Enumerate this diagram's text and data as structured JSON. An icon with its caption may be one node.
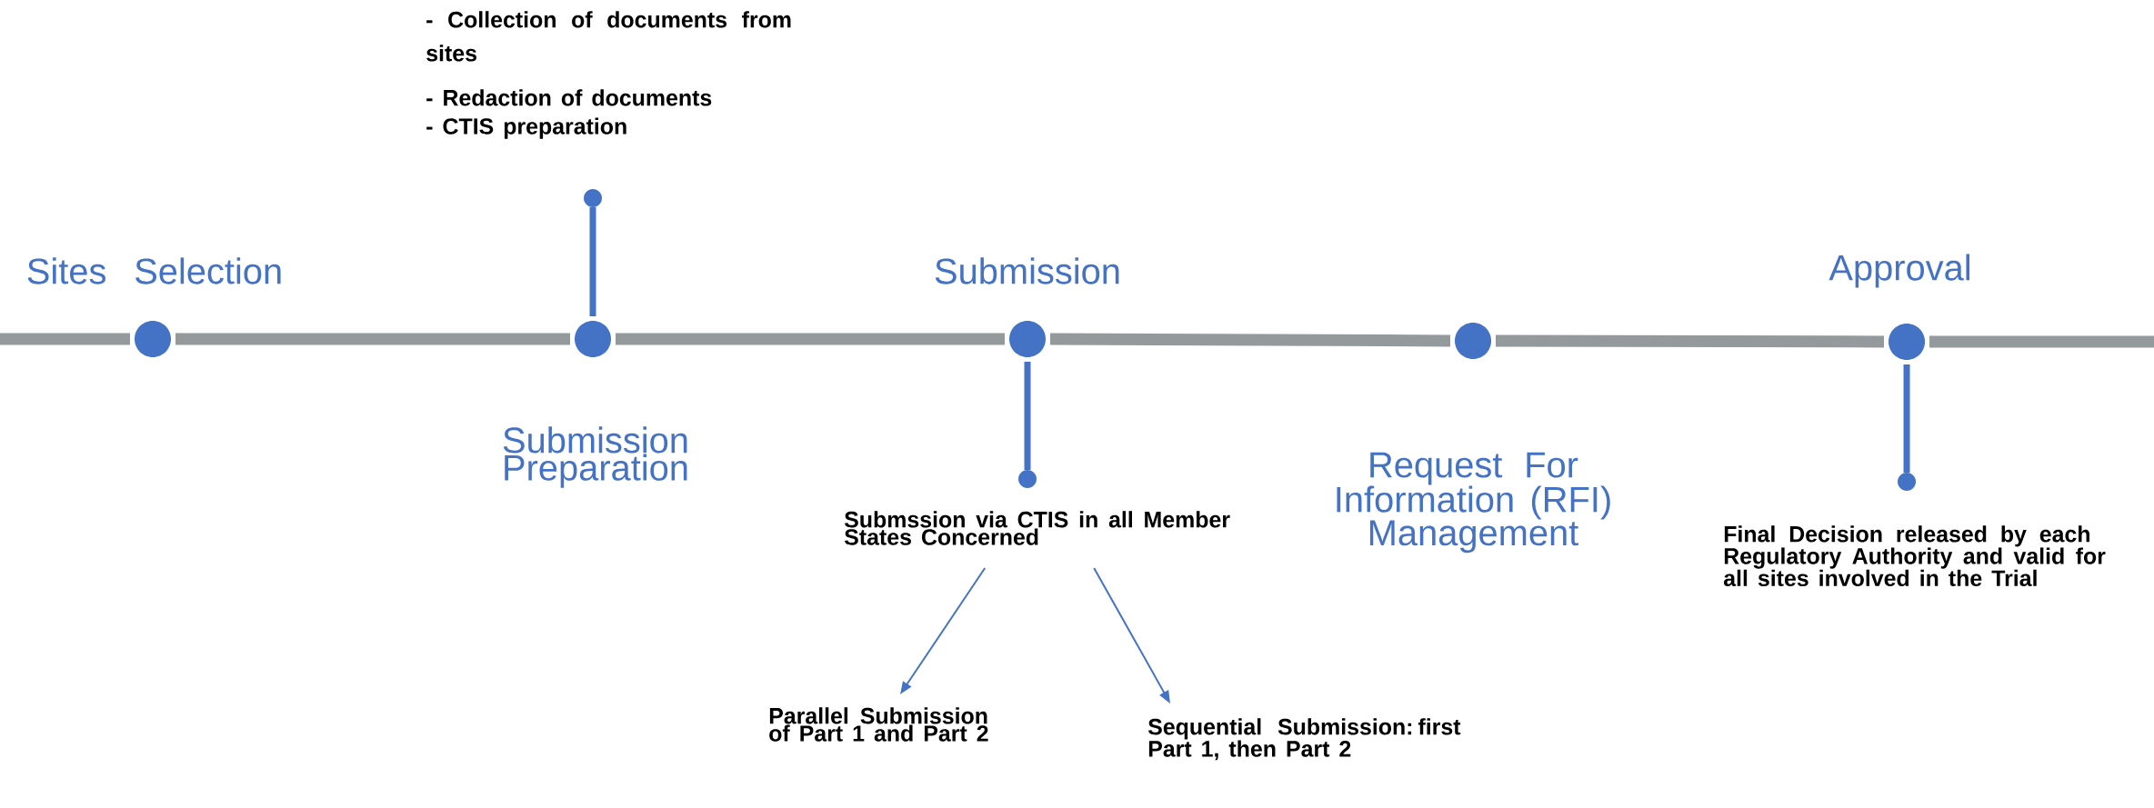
{
  "diagram": {
    "nodes": [
      {
        "text": [
          "Sites Selection"
        ]
      },
      {
        "text": [],
        "shape": "circle"
      },
      {
        "text": [
          "Submission Preparation"
        ]
      },
      {
        "text": [],
        "shape": "circle"
      },
      {
        "text": [
          "- Collection of documents from sites",
          "- Redaction of documents",
          "- CTIS preparation"
        ]
      },
      {
        "text": [],
        "shape": "circle"
      },
      {
        "text": [
          "Submission"
        ]
      },
      {
        "text": [],
        "shape": "circle"
      },
      {
        "text": [],
        "shape": "circle"
      },
      {
        "text": [
          "Submssion via CTIS in all Member States Concerned"
        ]
      },
      {
        "text": [
          "Parallel Submission of Part 1 and Part 2"
        ]
      },
      {
        "text": [
          "Sequential Submission: first Part 1, then Part 2"
        ]
      },
      {
        "text": [
          "Request For Information (RFI) Management"
        ]
      },
      {
        "text": [],
        "shape": "circle"
      },
      {
        "text": [
          "Approval"
        ]
      },
      {
        "text": [],
        "shape": "circle"
      },
      {
        "text": [],
        "shape": "circle"
      },
      {
        "text": [
          "Final Decision released by each Regulatory Authority and valid for all sites involved in the Trial"
        ]
      }
    ],
    "edges": [
      {
        "from": null,
        "to": 1,
        "arrow": "none",
        "color": "#949a9c"
      },
      {
        "from": 1,
        "to": 3,
        "arrow": "none",
        "color": "#949a9c"
      },
      {
        "from": 3,
        "to": 7,
        "arrow": "none",
        "color": "#949a9c"
      },
      {
        "from": 7,
        "to": 13,
        "arrow": "none",
        "color": "#949a9c"
      },
      {
        "from": 13,
        "to": 15,
        "arrow": "none",
        "color": "#949a9c"
      },
      {
        "from": 15,
        "to": null,
        "arrow": "none",
        "color": "#949a9c"
      },
      {
        "from": 3,
        "to": 5,
        "arrow": "none"
      },
      {
        "from": 7,
        "to": 8,
        "arrow": "none"
      },
      {
        "from": 15,
        "to": 16,
        "arrow": "none"
      },
      {
        "from": 9,
        "to": 10,
        "arrow": "to"
      },
      {
        "from": 9,
        "to": 11,
        "arrow": "to"
      }
    ]
  }
}
